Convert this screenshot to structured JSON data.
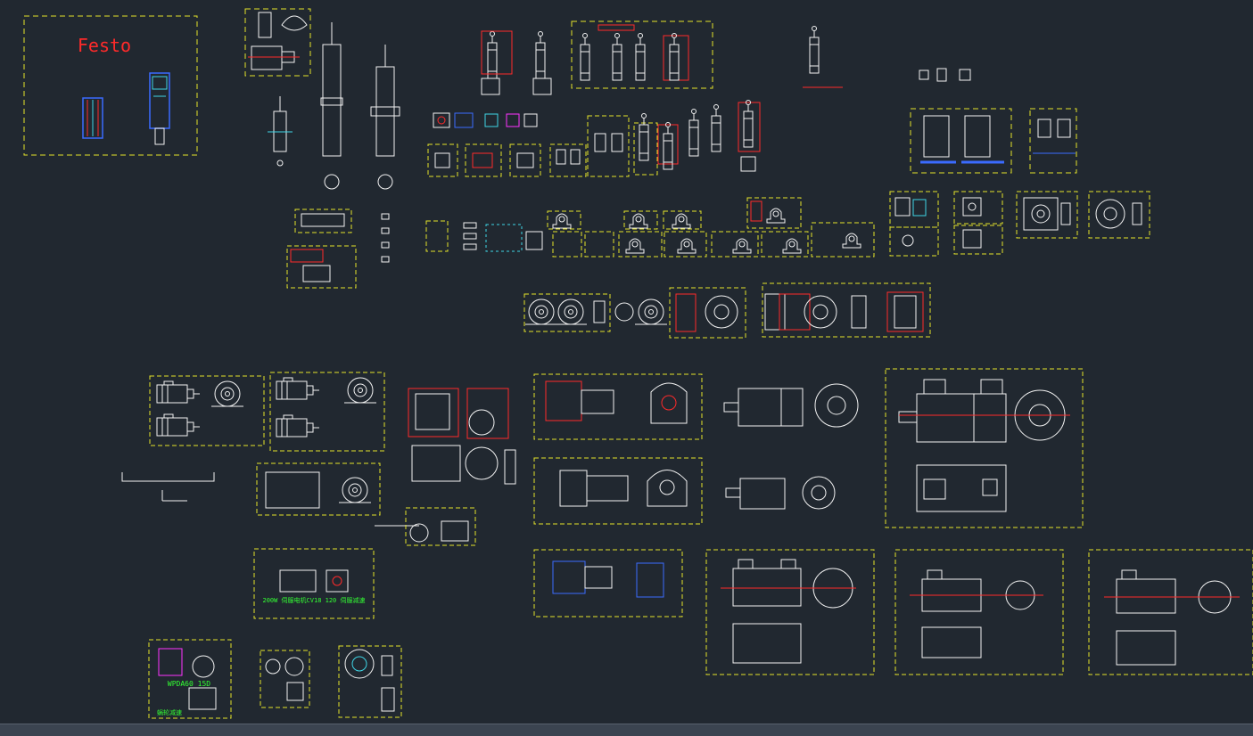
{
  "drawing": {
    "background": "#212830",
    "frame_color": "#e5e52a",
    "line_color": "#f2f2f2",
    "accent_red": "#ff2a2a",
    "accent_cyan": "#3fd6e6",
    "accent_green": "#33ff33",
    "accent_blue": "#3b6bff",
    "accent_magenta": "#ff33ff"
  },
  "labels": {
    "festo": "Festo",
    "motor_green_label": "200W 伺服电机CV18 120 伺服减速",
    "worm_green_label": "WPDA60 15D",
    "worm_green_sub": "蜗轮减速"
  },
  "icons": {
    "cursor": "crosshair-icon"
  }
}
